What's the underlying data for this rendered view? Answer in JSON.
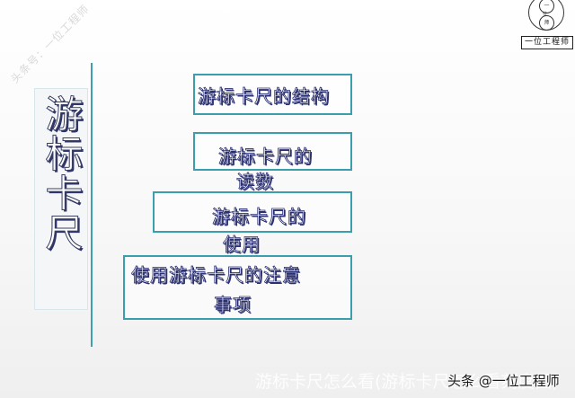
{
  "watermark": "头条号：一位工程师",
  "logo": {
    "top_char": "一",
    "middle_char": "位",
    "bottom_char": "师",
    "label": "一位工程师"
  },
  "title": {
    "text": "游标卡尺"
  },
  "menu": {
    "items": [
      {
        "line1": "游标卡尺的结构",
        "line2": ""
      },
      {
        "line1": "游标卡尺的",
        "line2": "读数"
      },
      {
        "line1": "游标卡尺的",
        "line2": "使用"
      },
      {
        "line1": "使用游标卡尺的注意",
        "line2": "事项"
      }
    ]
  },
  "caption": "游标卡尺怎么看(游标卡尺怎么看刻度图)",
  "credit": "头条 @一位工程师",
  "colors": {
    "box_border": "#3a9fab",
    "divider": "#3e9fae",
    "text_outline": "#2a2f70"
  }
}
